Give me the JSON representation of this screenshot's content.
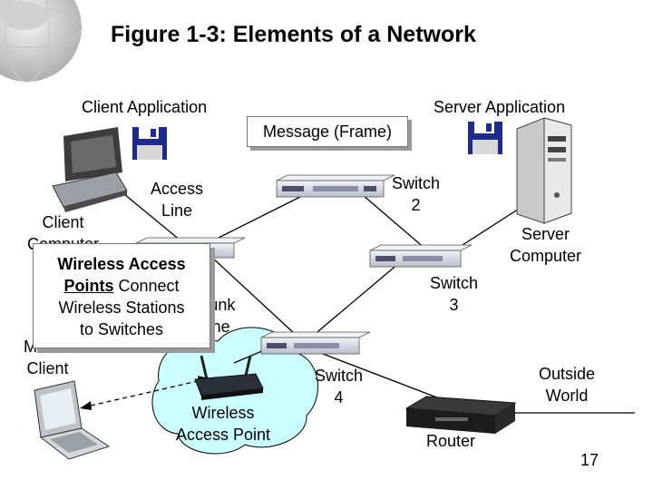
{
  "title": "Figure 1-3: Elements of a Network",
  "labels": {
    "client_application": "Client Application",
    "server_application": "Server Application",
    "message": "Message (Frame)",
    "access_line": "Access\nLine",
    "switch2": "Switch\n2",
    "client_computer": "Client\nComputer",
    "server_computer": "Server\nComputer",
    "switch3": "Switch\n3",
    "trunk_line": "Trunk\nLine",
    "mobile_client": "Mobile\nClient",
    "switch4": "Switch\n4",
    "outside_world": "Outside\nWorld",
    "wireless_access_point": "Wireless\nAccess Point",
    "router": "Router"
  },
  "callout": {
    "line1": "Wireless Access",
    "points": "Points",
    "line2_rest": " Connect",
    "line3": "Wireless Stations",
    "line4": "to Switches"
  },
  "page_number": "17",
  "colors": {
    "cloud_fill": "#ccffff",
    "switch_body": "#dfe2ea",
    "switch_dark": "#4a4f6a",
    "line": "#000000"
  }
}
